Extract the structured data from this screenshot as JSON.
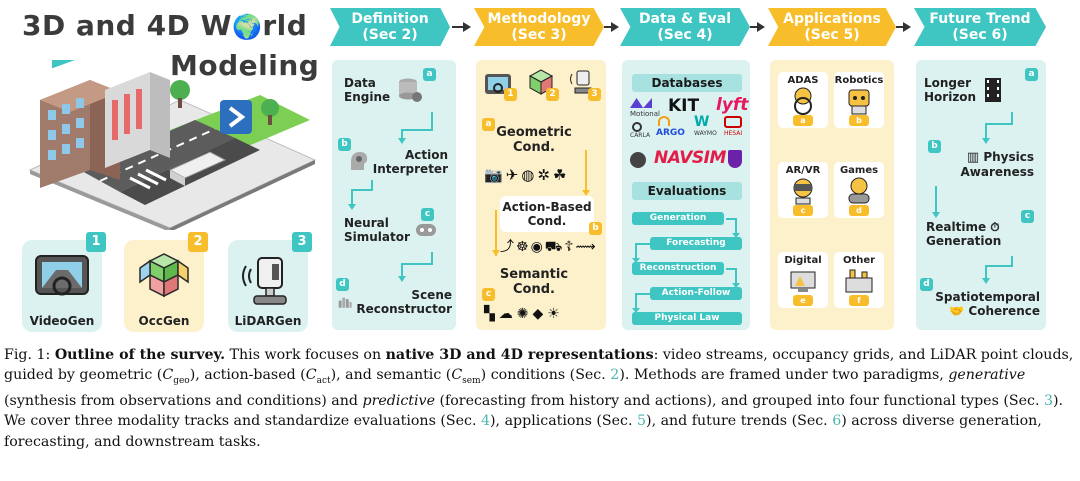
{
  "figure": {
    "title_line1": "3D and 4D W",
    "title_globe": "🌍",
    "title_line1_end": "rld",
    "title_line2": "Modeling",
    "gens": [
      {
        "num": "1",
        "label": "VideoGen",
        "icon": "dashboard-screen-icon"
      },
      {
        "num": "2",
        "label": "OccGen",
        "icon": "voxel-cube-icon"
      },
      {
        "num": "3",
        "label": "LiDARGen",
        "icon": "lidar-sensor-icon"
      }
    ],
    "stages": [
      {
        "line1": "Definition",
        "line2": "(Sec 2)",
        "color": "#3fc6c2"
      },
      {
        "line1": "Methodology",
        "line2": "(Sec 3)",
        "color": "#f8bd2a"
      },
      {
        "line1": "Data & Eval",
        "line2": "(Sec 4)",
        "color": "#3fc6c2"
      },
      {
        "line1": "Applications",
        "line2": "(Sec 5)",
        "color": "#f8bd2a"
      },
      {
        "line1": "Future Trend",
        "line2": "(Sec 6)",
        "color": "#3fc6c2"
      }
    ],
    "definition": [
      {
        "badge": "a",
        "line1": "Data",
        "line2": "Engine"
      },
      {
        "badge": "b",
        "line1": "Action",
        "line2": "Interpreter"
      },
      {
        "badge": "c",
        "line1": "Neural",
        "line2": "Simulator"
      },
      {
        "badge": "d",
        "line1": "Scene",
        "line2": "Reconstructor"
      }
    ],
    "methodology": {
      "top_badges": [
        "1",
        "2",
        "3"
      ],
      "conds": [
        {
          "badge": "a",
          "line1": "Geometric",
          "line2": "Cond."
        },
        {
          "badge": "b",
          "line1": "Action-Based",
          "line2": "Cond."
        },
        {
          "badge": "c",
          "line1": "Semantic",
          "line2": "Cond."
        }
      ]
    },
    "data_eval": {
      "databases_label": "Databases",
      "logos": [
        "Motional",
        "KIT",
        "lyft",
        "CARLA",
        "ARGO",
        "WAYMO",
        "HESAI",
        "NAVSIM"
      ],
      "evaluations_label": "Evaluations",
      "evals": [
        "Generation",
        "Forecasting",
        "Reconstruction",
        "Action-Follow",
        "Physical Law"
      ]
    },
    "applications": [
      {
        "label": "ADAS",
        "badge": "a"
      },
      {
        "label": "Robotics",
        "badge": "b"
      },
      {
        "label": "AR/VR",
        "badge": "c"
      },
      {
        "label": "Games",
        "badge": "d"
      },
      {
        "label": "Digital",
        "badge": "e"
      },
      {
        "label": "Other",
        "badge": "f"
      }
    ],
    "future": [
      {
        "badge": "a",
        "line1": "Longer",
        "line2": "Horizon"
      },
      {
        "badge": "b",
        "line1": "Physics",
        "line2": "Awareness"
      },
      {
        "badge": "c",
        "line1": "Realtime",
        "line2": "Generation"
      },
      {
        "badge": "d",
        "line1": "Spatiotemporal",
        "line2": "Coherence"
      }
    ],
    "colors": {
      "teal": "#3fc6c2",
      "yellow": "#f8bd2a",
      "teal_light": "#dbf2f1",
      "yellow_light": "#fdf1cc"
    }
  },
  "caption": {
    "fig_label": "Fig. 1:",
    "bold_title": "Outline of the survey.",
    "t1": " This work focuses on ",
    "bold_native": "native 3D and 4D representations",
    "t2": ": video streams, occupancy grids, and LiDAR point clouds, guided by geometric (",
    "c_geo": "C",
    "sub_geo": "geo",
    "t3": "), action-based (",
    "c_act": "C",
    "sub_act": "act",
    "t4": "), and semantic (",
    "c_sem": "C",
    "sub_sem": "sem",
    "t5": ") conditions (Sec. ",
    "ref2": "2",
    "t6": "). Methods are framed under two paradigms, ",
    "it_gen": "generative",
    "t7": " (synthesis from observations and conditions) and ",
    "it_pred": "predictive",
    "t8": " (forecasting from history and actions), and grouped into four functional types (Sec. ",
    "ref3": "3",
    "t9": "). We cover three modality tracks and standardize evaluations (Sec. ",
    "ref4": "4",
    "t10": "), applications (Sec. ",
    "ref5": "5",
    "t11": "), and future trends (Sec. ",
    "ref6": "6",
    "t12": ") across diverse generation, forecasting, and downstream tasks."
  }
}
